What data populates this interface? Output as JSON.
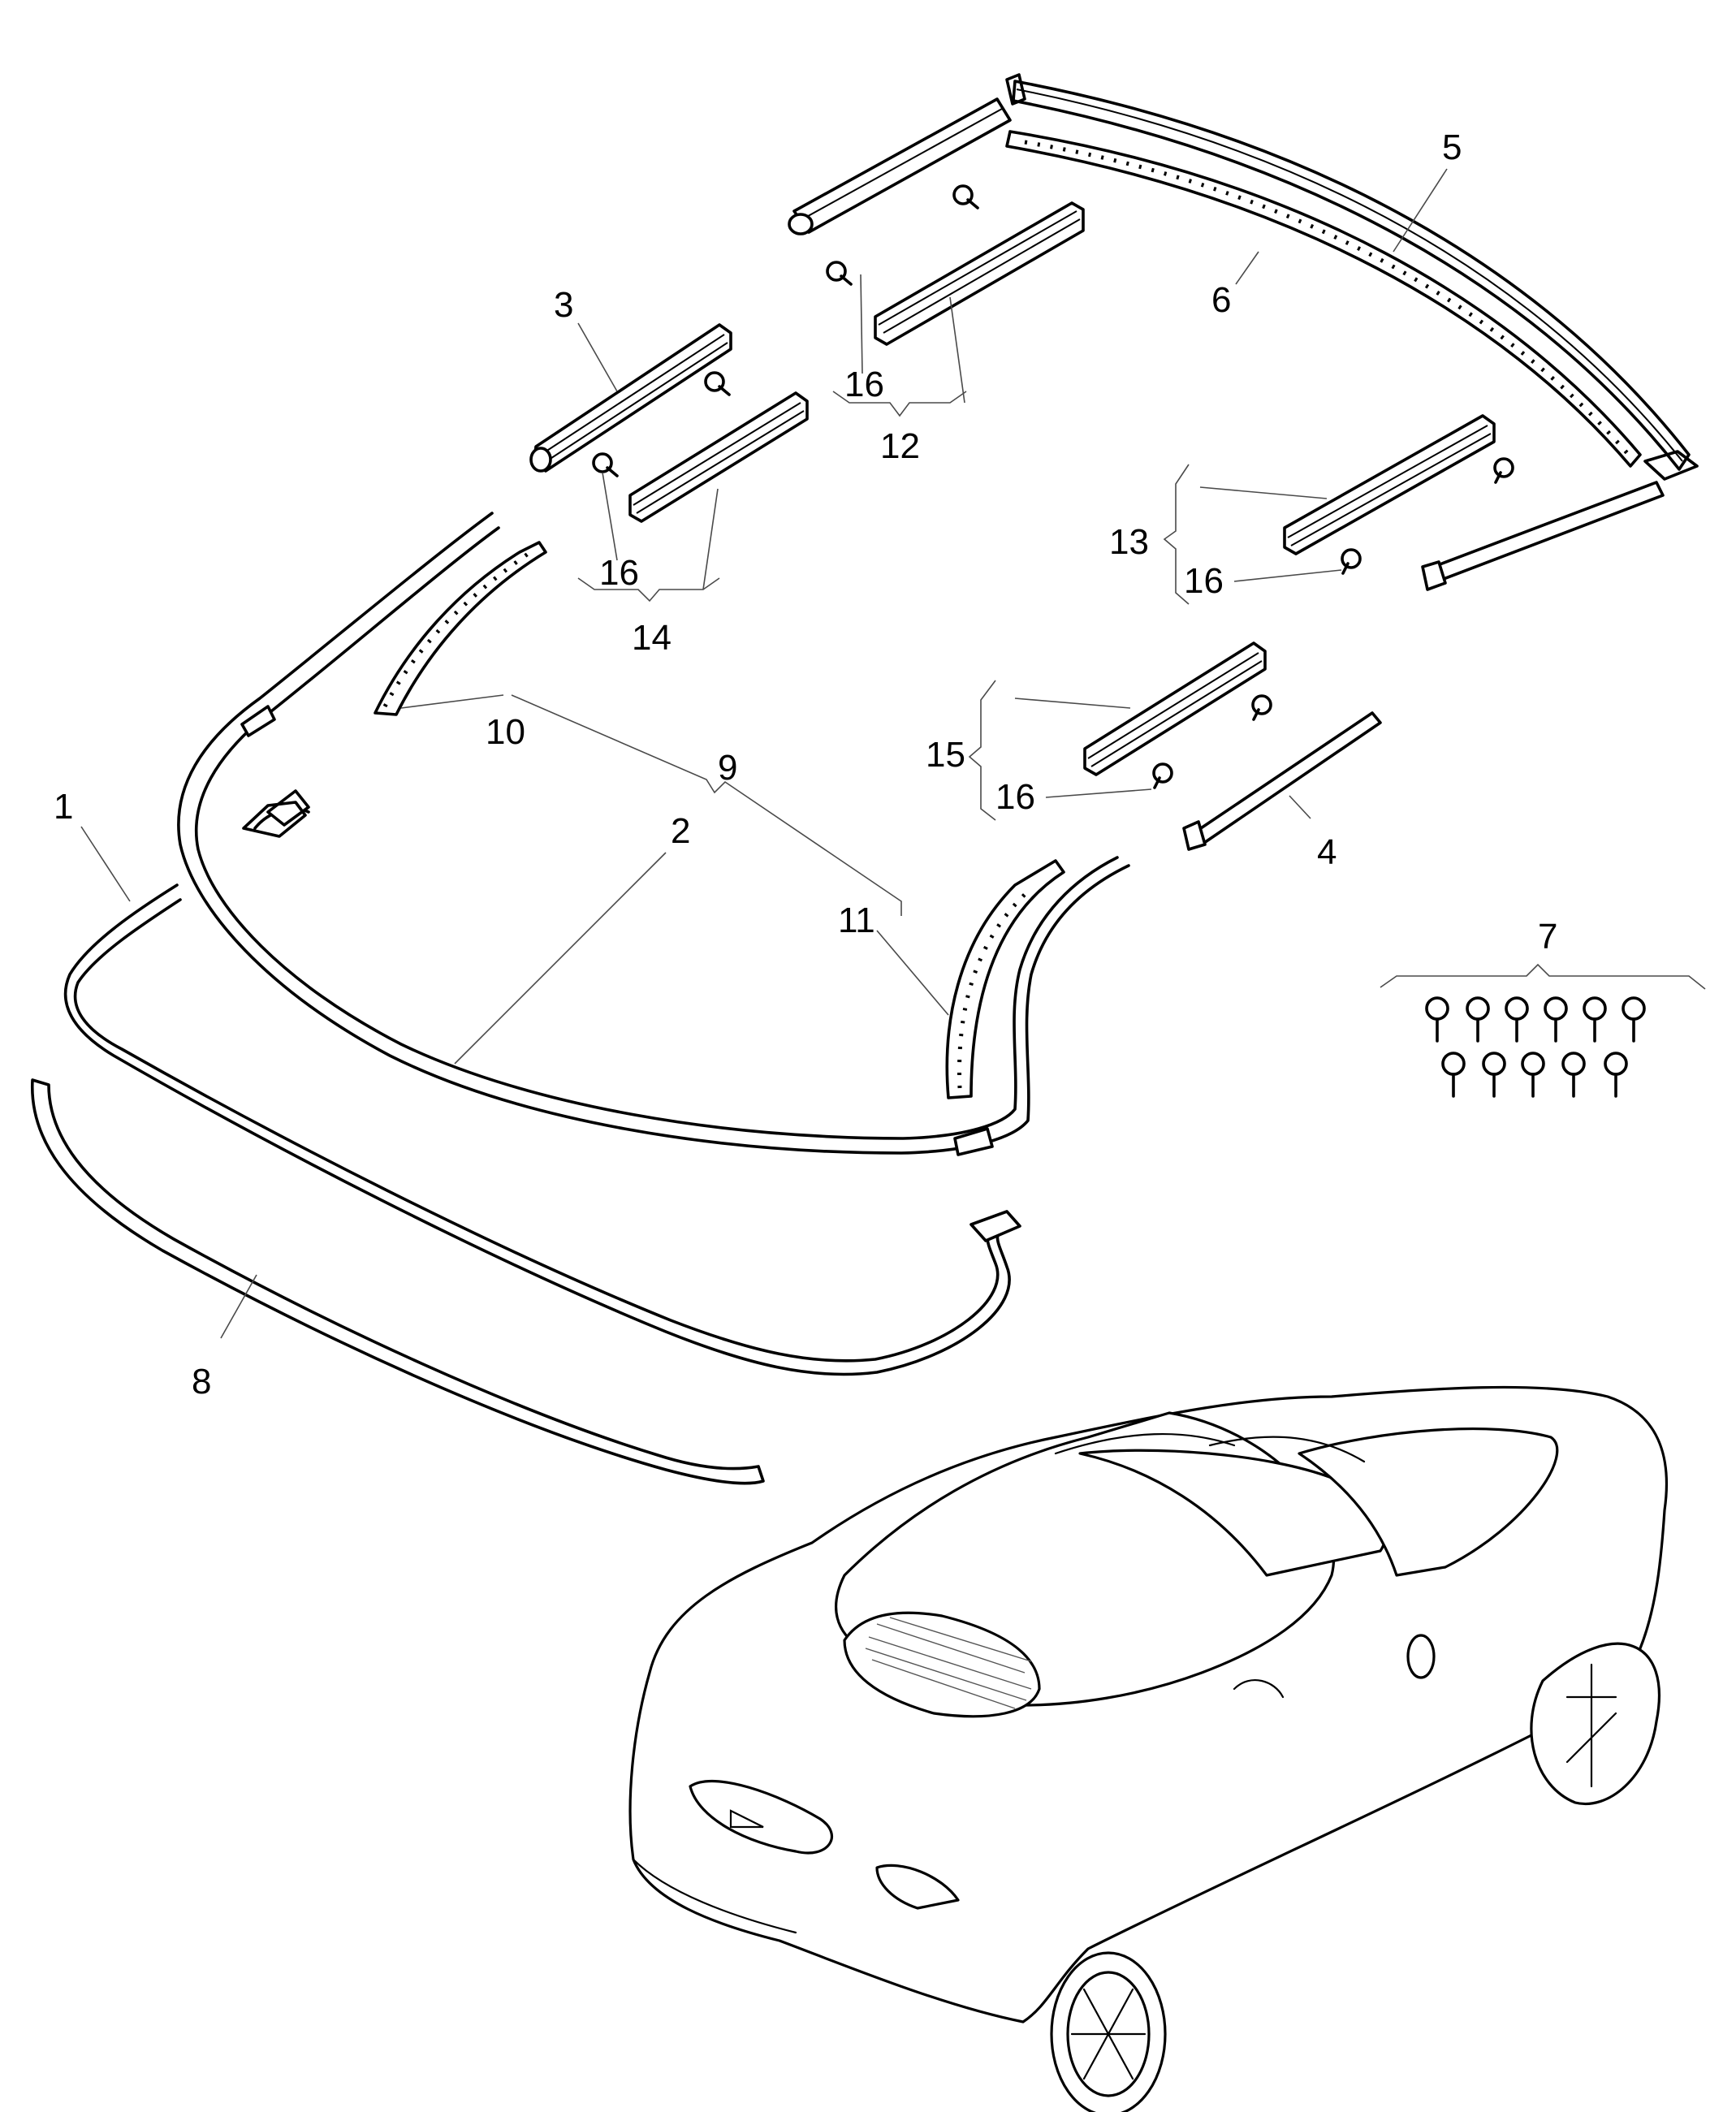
{
  "callouts": {
    "c1": "1",
    "c2": "2",
    "c3": "3",
    "c4": "4",
    "c5": "5",
    "c6": "6",
    "c7": "7",
    "c8": "8",
    "c9": "9",
    "c10": "10",
    "c11": "11",
    "c12": "12",
    "c13": "13",
    "c14": "14",
    "c15": "15",
    "c16a": "16",
    "c16b": "16",
    "c16c": "16",
    "c16d": "16"
  }
}
